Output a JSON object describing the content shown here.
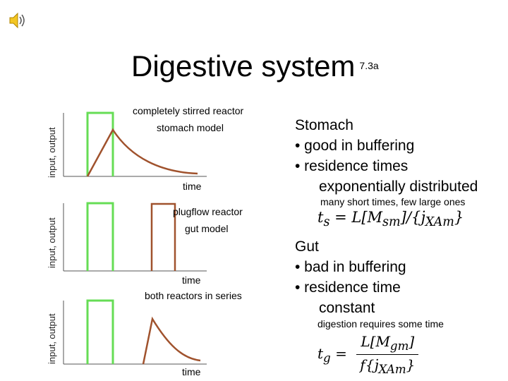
{
  "slide": {
    "speaker_icon": "speaker-icon",
    "title": "Digestive system",
    "title_number": "7.3a"
  },
  "left": {
    "y_axis_label": "input, output",
    "panel1": {
      "title": "completely stirred reactor",
      "subtitle": "stomach model",
      "x_axis_label": "time"
    },
    "panel2": {
      "title": "plugflow reactor",
      "subtitle": "gut model",
      "x_axis_label": "time"
    },
    "panel3": {
      "title": "both reactors in series",
      "x_axis_label": "time"
    }
  },
  "right": {
    "stomach": {
      "heading": "Stomach",
      "bullet1": "• good in buffering",
      "bullet2": "• residence times",
      "bullet2_cont": "exponentially distributed",
      "note": "many short times, few large ones",
      "eq_lhs": "t",
      "eq_lhs_sub": "s",
      "eq_rhs": "= L[M",
      "eq_rhs_sub": "sm",
      "eq_rhs2": "]/{j̇",
      "eq_rhs2_sub": "XAm",
      "eq_rhs3": "}"
    },
    "gut": {
      "heading": "Gut",
      "bullet1": "• bad in buffering",
      "bullet2": "• residence time",
      "bullet2_cont": "constant",
      "note": "digestion requires some time",
      "eq_lhs": "t",
      "eq_lhs_sub": "g",
      "eq_eq": "=",
      "eq_num": "L[M",
      "eq_num_sub": "gm",
      "eq_num_end": "]",
      "eq_den": "f{j̇",
      "eq_den_sub": "XAm",
      "eq_den_end": "}"
    }
  },
  "colors": {
    "input_pulse": "#66dd55",
    "output_curve": "#a0522d",
    "axis": "#555555"
  }
}
